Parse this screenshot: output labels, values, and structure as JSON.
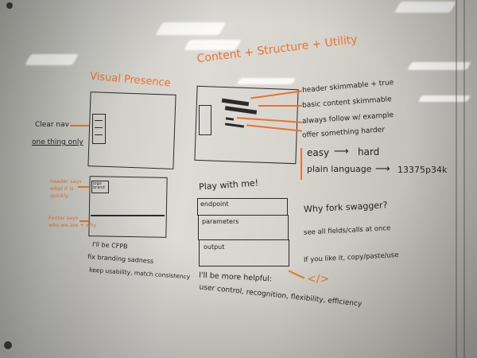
{
  "board": {
    "titles": {
      "visual": "Visual Presence",
      "content": "Content + Structure + Utility"
    },
    "left_notes": {
      "clear_nav": "Clear nav",
      "one_thing": "one thing only",
      "header_says_1": "header says",
      "header_says_2": "what it is",
      "header_says_3": "quickly",
      "footer_says_1": "Footer says",
      "footer_says_2": "who we are + why"
    },
    "left_bottom": {
      "line1": "I'll be CFPB",
      "line2": "fix branding sadness",
      "line3": "keep usability, match consistency"
    },
    "content_bullets": {
      "b1": "header skimmable + true",
      "b2": "basic content skimmable",
      "b3": "always follow w/ example",
      "b4": "offer something harder"
    },
    "easy_hard": {
      "easy": "easy",
      "hard": "hard",
      "plain": "plain language",
      "leet": "13375p34k"
    },
    "play": {
      "title": "Play with me!",
      "endpoint": "endpoint",
      "parameters": "parameters",
      "output": "output",
      "code_glyph": "</>"
    },
    "swagger": {
      "question": "Why fork swagger?",
      "see_all": "see all fields/calls at once",
      "if_like": "If you like it, copy/paste/use"
    },
    "helpful": {
      "line1": "I'll be more helpful:",
      "line2": "user control, recognition, flexibility, efficiency"
    },
    "wireframe_tag": "logo\nbrand"
  }
}
